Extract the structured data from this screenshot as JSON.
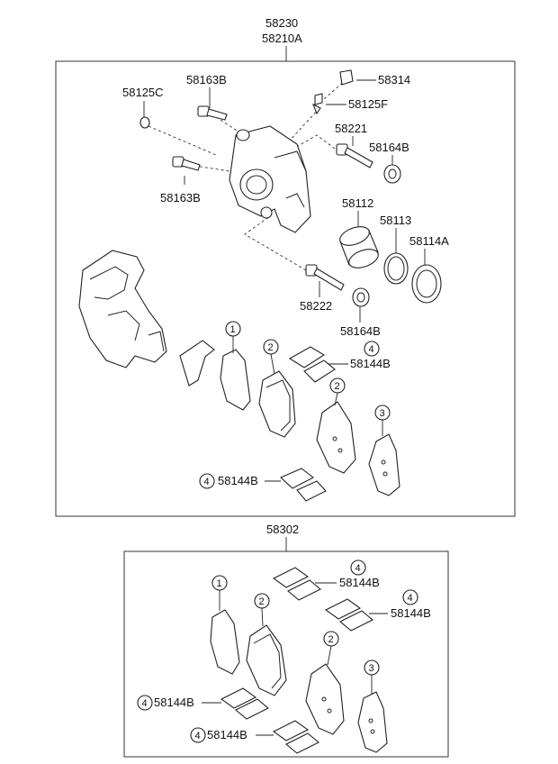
{
  "assembly": {
    "top_labels": [
      "58230",
      "58210A"
    ],
    "kit_label": "58302"
  },
  "upper_parts": {
    "p58125C": "58125C",
    "p58163B_top": "58163B",
    "p58163B_side": "58163B",
    "p58314": "58314",
    "p58125F": "58125F",
    "p58221": "58221",
    "p58164B_top": "58164B",
    "p58112": "58112",
    "p58113": "58113",
    "p58114A": "58114A",
    "p58222": "58222",
    "p58164B_bottom": "58164B",
    "p58144B_a": "58144B",
    "p58144B_b": "58144B"
  },
  "lower_parts": {
    "p58144B_a": "58144B",
    "p58144B_b": "58144B",
    "p58144B_c": "58144B",
    "p58144B_d": "58144B"
  },
  "callouts": {
    "c1": "1",
    "c2": "2",
    "c3": "3",
    "c4": "4"
  }
}
